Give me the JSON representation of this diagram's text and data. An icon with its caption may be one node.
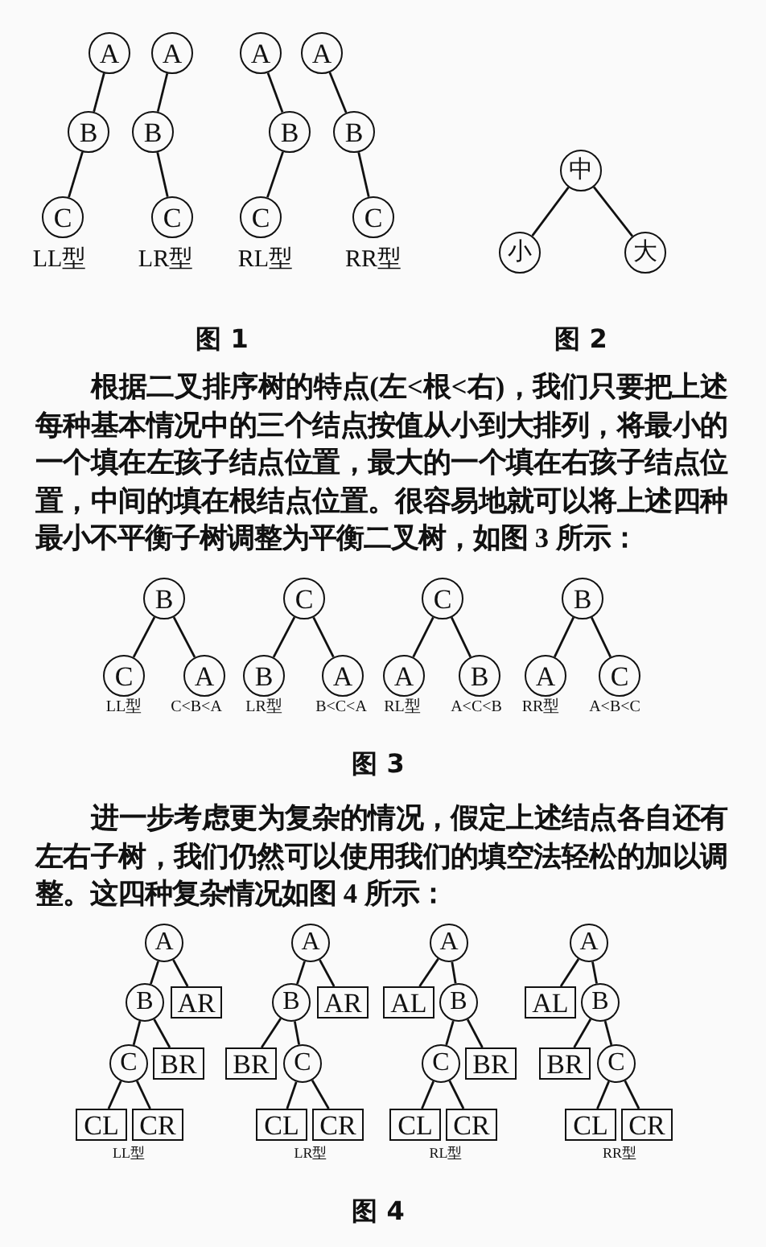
{
  "diagram": {
    "nodes": [
      {
        "text": [
          "A"
        ]
      },
      {
        "text": [
          "B"
        ]
      },
      {
        "text": [
          "C"
        ]
      },
      {
        "text": [
          "A"
        ]
      },
      {
        "text": [
          "B"
        ]
      },
      {
        "text": [
          "C"
        ]
      },
      {
        "text": [
          "A"
        ]
      },
      {
        "text": [
          "B"
        ]
      },
      {
        "text": [
          "C"
        ]
      },
      {
        "text": [
          "A"
        ]
      },
      {
        "text": [
          "B"
        ]
      },
      {
        "text": [
          "C"
        ]
      },
      {
        "text": [
          "中"
        ]
      },
      {
        "text": [
          "小"
        ]
      },
      {
        "text": [
          "大"
        ]
      },
      {
        "text": [
          "B"
        ]
      },
      {
        "text": [
          "C"
        ]
      },
      {
        "text": [
          "A"
        ]
      },
      {
        "text": [
          "C"
        ]
      },
      {
        "text": [
          "B"
        ]
      },
      {
        "text": [
          "A"
        ]
      },
      {
        "text": [
          "C"
        ]
      },
      {
        "text": [
          "A"
        ]
      },
      {
        "text": [
          "B"
        ]
      },
      {
        "text": [
          "B"
        ]
      },
      {
        "text": [
          "A"
        ]
      },
      {
        "text": [
          "C"
        ]
      },
      {
        "text": [
          "A"
        ]
      },
      {
        "text": [
          "B"
        ]
      },
      {
        "text": [
          "AR"
        ]
      },
      {
        "text": [
          "C"
        ]
      },
      {
        "text": [
          "BR"
        ]
      },
      {
        "text": [
          "CL"
        ]
      },
      {
        "text": [
          "CR"
        ]
      },
      {
        "text": [
          "A"
        ]
      },
      {
        "text": [
          "B"
        ]
      },
      {
        "text": [
          "AR"
        ]
      },
      {
        "text": [
          "BR"
        ]
      },
      {
        "text": [
          "C"
        ]
      },
      {
        "text": [
          "CL"
        ]
      },
      {
        "text": [
          "CR"
        ]
      },
      {
        "text": [
          "A"
        ]
      },
      {
        "text": [
          "AL"
        ]
      },
      {
        "text": [
          "B"
        ]
      },
      {
        "text": [
          "C"
        ]
      },
      {
        "text": [
          "BR"
        ]
      },
      {
        "text": [
          "CL"
        ]
      },
      {
        "text": [
          "CR"
        ]
      },
      {
        "text": [
          "A"
        ]
      },
      {
        "text": [
          "AL"
        ]
      },
      {
        "text": [
          "B"
        ]
      },
      {
        "text": [
          "BR"
        ]
      },
      {
        "text": [
          "C"
        ]
      },
      {
        "text": [
          "CL"
        ]
      },
      {
        "text": [
          "CR"
        ]
      }
    ],
    "edges": [
      {
        "from": 0,
        "to": 1,
        "arrow": "none"
      },
      {
        "from": 1,
        "to": 2,
        "arrow": "none"
      },
      {
        "from": 3,
        "to": 4,
        "arrow": "none"
      },
      {
        "from": 4,
        "to": 5,
        "arrow": "none"
      },
      {
        "from": 6,
        "to": 7,
        "arrow": "none"
      },
      {
        "from": 7,
        "to": 8,
        "arrow": "none"
      },
      {
        "from": 9,
        "to": 10,
        "arrow": "none"
      },
      {
        "from": 10,
        "to": 11,
        "arrow": "none"
      },
      {
        "from": 12,
        "to": 13,
        "arrow": "none"
      },
      {
        "from": 12,
        "to": 14,
        "arrow": "none"
      },
      {
        "from": 15,
        "to": 16,
        "arrow": "none"
      },
      {
        "from": 15,
        "to": 17,
        "arrow": "none"
      },
      {
        "from": 18,
        "to": 19,
        "arrow": "none"
      },
      {
        "from": 18,
        "to": 20,
        "arrow": "none"
      },
      {
        "from": 21,
        "to": 22,
        "arrow": "none"
      },
      {
        "from": 21,
        "to": 23,
        "arrow": "none"
      },
      {
        "from": 24,
        "to": 25,
        "arrow": "none"
      },
      {
        "from": 24,
        "to": 26,
        "arrow": "none"
      },
      {
        "from": 27,
        "to": 28,
        "arrow": "none"
      },
      {
        "from": 27,
        "to": 29,
        "arrow": "none"
      },
      {
        "from": 28,
        "to": 30,
        "arrow": "none"
      },
      {
        "from": 28,
        "to": 31,
        "arrow": "none"
      },
      {
        "from": 30,
        "to": 32,
        "arrow": "none"
      },
      {
        "from": 30,
        "to": 33,
        "arrow": "none"
      },
      {
        "from": 34,
        "to": 35,
        "arrow": "none"
      },
      {
        "from": 34,
        "to": 36,
        "arrow": "none"
      },
      {
        "from": 35,
        "to": 37,
        "arrow": "none"
      },
      {
        "from": 35,
        "to": 38,
        "arrow": "none"
      },
      {
        "from": 38,
        "to": 39,
        "arrow": "none"
      },
      {
        "from": 38,
        "to": 40,
        "arrow": "none"
      },
      {
        "from": 41,
        "to": 42,
        "arrow": "none"
      },
      {
        "from": 41,
        "to": 43,
        "arrow": "none"
      },
      {
        "from": 43,
        "to": 44,
        "arrow": "none"
      },
      {
        "from": 43,
        "to": 45,
        "arrow": "none"
      },
      {
        "from": 44,
        "to": 46,
        "arrow": "none"
      },
      {
        "from": 44,
        "to": 47,
        "arrow": "none"
      },
      {
        "from": 48,
        "to": 49,
        "arrow": "none"
      },
      {
        "from": 48,
        "to": 50,
        "arrow": "none"
      },
      {
        "from": 50,
        "to": 51,
        "arrow": "none"
      },
      {
        "from": 50,
        "to": 52,
        "arrow": "none"
      },
      {
        "from": 52,
        "to": 53,
        "arrow": "none"
      },
      {
        "from": 52,
        "to": 54,
        "arrow": "none"
      }
    ],
    "labels": [
      "LL型",
      "LR型",
      "RL型",
      "RR型",
      "图 1",
      "图 2",
      "根据二叉排序树的特点(左<根<右)，我们只要把上述每种基本情况中的三个结点按值从小到大排列，将最小的一个填在左孩子结点位置，最大的一个填在右孩子结点位置，中间的填在根结点位置。很容易地就可以将上述四种最小不平衡子树调整为平衡二叉树，如图 3 所示：",
      "LL型",
      "C<B<A",
      "LR型",
      "B<C<A",
      "RL型",
      "A<C<B",
      "RR型",
      "A<B<C",
      "图 3",
      "进一步考虑更为复杂的情况，假定上述结点各自还有左右子树，我们仍然可以使用我们的填空法轻松的加以调整。这四种复杂情况如图 4 所示：",
      "LL型",
      "LR型",
      "RL型",
      "RR型",
      "图 4"
    ]
  }
}
